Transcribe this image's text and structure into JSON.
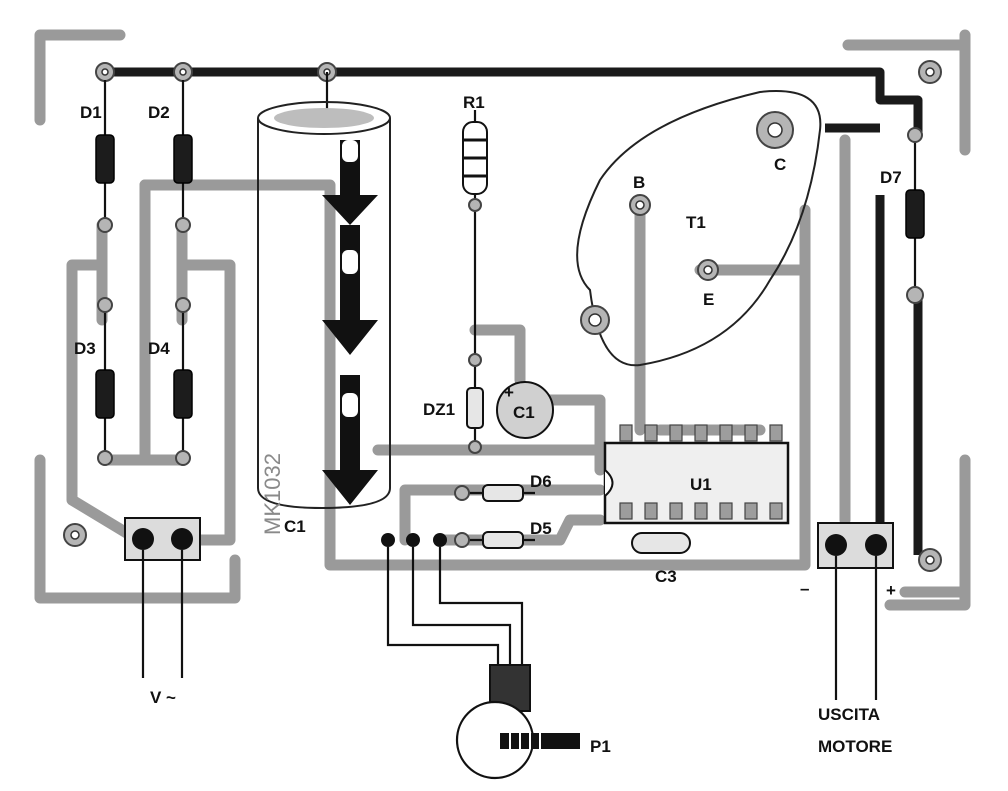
{
  "labels": {
    "d1": "D1",
    "d2": "D2",
    "d3": "D3",
    "d4": "D4",
    "d5": "D5",
    "d6": "D6",
    "d7": "D7",
    "r1": "R1",
    "dz1": "DZ1",
    "c1_small": "C1",
    "c1_big": "C1",
    "c3": "C3",
    "t1": "T1",
    "t1_base": "B",
    "t1_emitter": "E",
    "t1_collector": "C",
    "u1": "U1",
    "p1": "P1",
    "v_input": "V ~",
    "output_line1": "USCITA",
    "output_line2": "MOTORE",
    "minus": "–",
    "plus": "+",
    "board_code": "MK1032",
    "cap_plus": "+"
  },
  "colors": {
    "trace": "#9a9a9a",
    "dark_trace": "#1a1a1a",
    "component": "#1c1c1c",
    "background": "#ffffff"
  }
}
